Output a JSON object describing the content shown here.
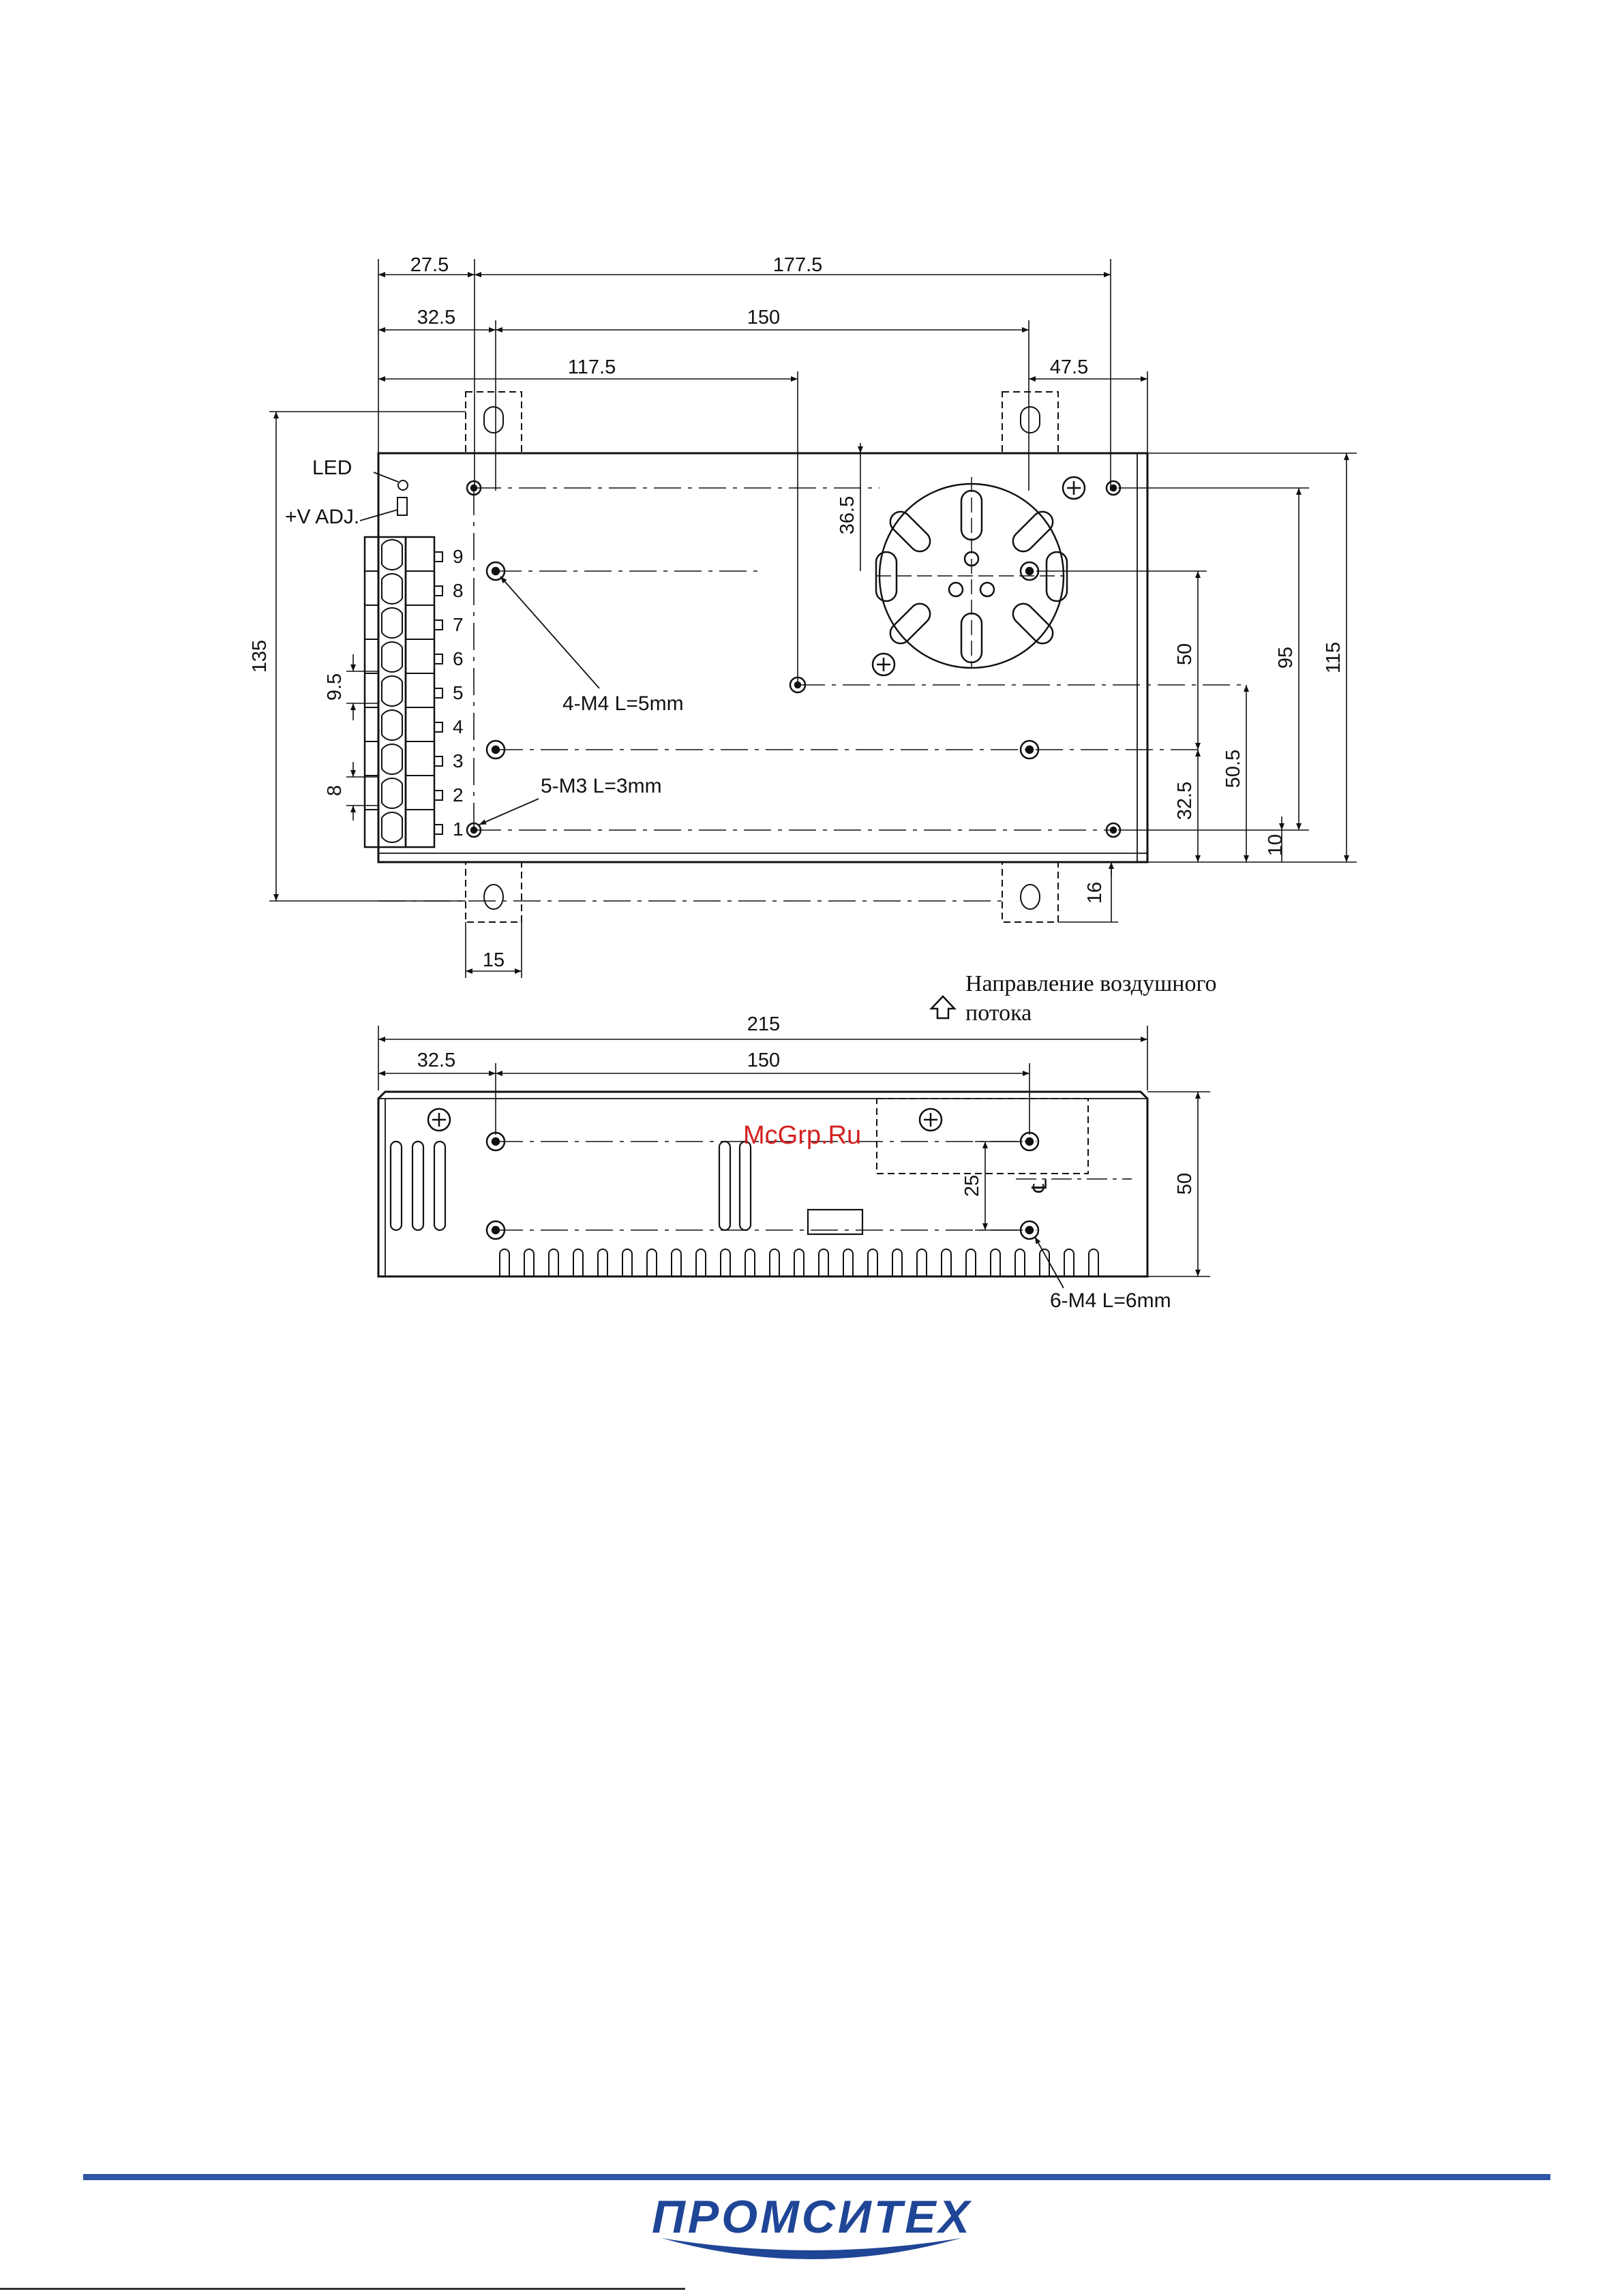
{
  "top_view": {
    "dims_top": [
      "27.5",
      "177.5",
      "32.5",
      "150",
      "117.5",
      "47.5"
    ],
    "dims_right": [
      "36.5",
      "50",
      "95",
      "115",
      "50.5",
      "32.5",
      "10",
      "16"
    ],
    "dims_left": [
      "135",
      "9.5",
      "8"
    ],
    "dim_bottom": "15",
    "labels": {
      "led": "LED",
      "vadj": "+V ADJ.",
      "m4": "4-M4 L=5mm",
      "m3": "5-M3 L=3mm"
    },
    "terminals": [
      "9",
      "8",
      "7",
      "6",
      "5",
      "4",
      "3",
      "2",
      "1"
    ]
  },
  "airflow": {
    "line1": "Направление воздушного",
    "line2": "потока"
  },
  "side_view": {
    "dims_top": [
      "215",
      "32.5",
      "150"
    ],
    "dim_right": "50",
    "dim_inner": "25",
    "centerline_mark": "℄",
    "label": "6-M4 L=6mm"
  },
  "watermark": "McGrp.Ru",
  "brand": "ПРОМСИТЕХ",
  "colors": {
    "brand": "#1f4596",
    "footer_line": "#2f55a4",
    "watermark": "#d42020"
  }
}
